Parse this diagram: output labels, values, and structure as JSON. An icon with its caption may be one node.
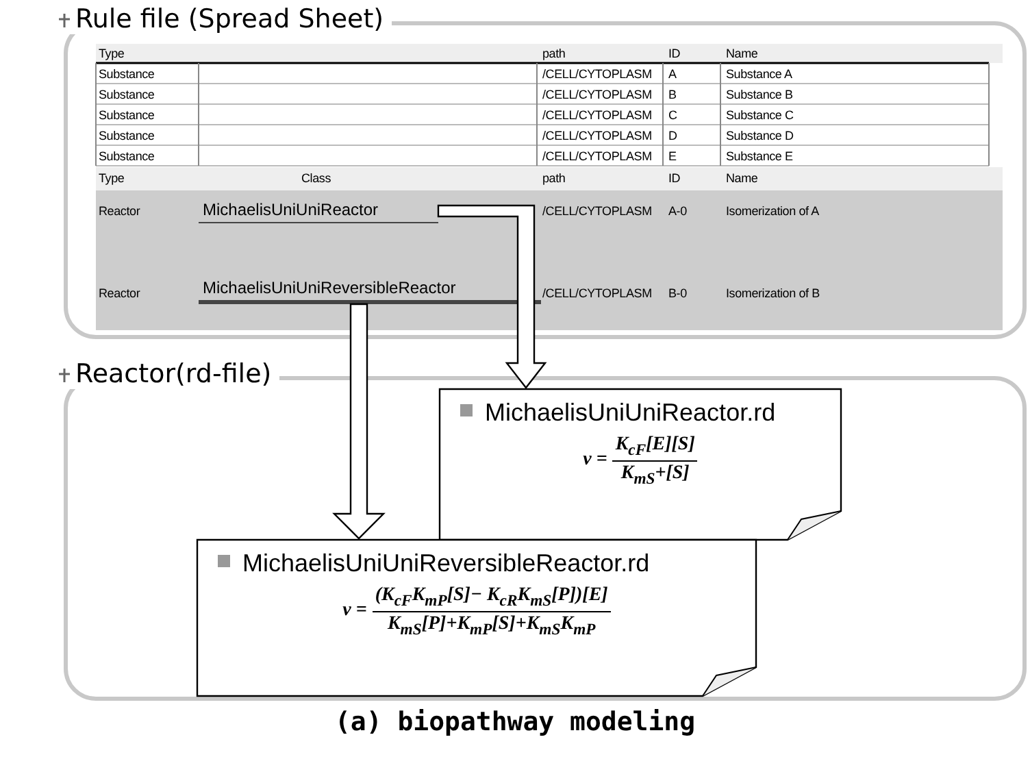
{
  "diagram": {
    "caption": "(a) biopathway modeling",
    "nodes": [
      {
        "text": [
          "Rule file (Spread Sheet)"
        ]
      },
      {
        "text": [
          "MichaelisUniUniReactor"
        ],
        "in": 0
      },
      {
        "text": [
          "MichaelisUniUniReversibleReactor"
        ],
        "in": 0
      },
      {
        "text": [
          "Reactor(rd-file)"
        ]
      },
      {
        "text": [
          "MichaelisUniUniReactor.rd",
          "v =",
          "K$_{cF}$[E][S]",
          "K$_{mS}$+[S]"
        ],
        "in": 3
      },
      {
        "text": [
          "MichaelisUniUniReversibleReactor.rd",
          "v =",
          "(K$_{cF}$K$_{mP}$[S]− K$_{cR}$K$_{mS}$[P])[E]",
          "K$_{mS}$[P]+K$_{mP}$[S]+K$_{mS}$K$_{mP}$"
        ],
        "in": 3
      }
    ],
    "edges": [
      {
        "from": 1,
        "to": 4,
        "arrow": "to"
      },
      {
        "from": 2,
        "to": 5,
        "arrow": "to"
      }
    ],
    "labels": [
      "Type",
      "path",
      "ID",
      "Name",
      "Substance",
      "/CELL/CYTOPLASM",
      "A",
      "Substance A",
      "Substance",
      "/CELL/CYTOPLASM",
      "B",
      "Substance B",
      "Substance",
      "/CELL/CYTOPLASM",
      "C",
      "Substance C",
      "Substance",
      "/CELL/CYTOPLASM",
      "D",
      "Substance D",
      "Substance",
      "/CELL/CYTOPLASM",
      "E",
      "Substance E",
      "Type",
      "Class",
      "path",
      "ID",
      "Name",
      "Reactor",
      "/CELL/CYTOPLASM",
      "A-0",
      "Isomerization of A",
      "Reactor",
      "/CELL/CYTOPLASM",
      "B-0",
      "Isomerization of B"
    ]
  }
}
